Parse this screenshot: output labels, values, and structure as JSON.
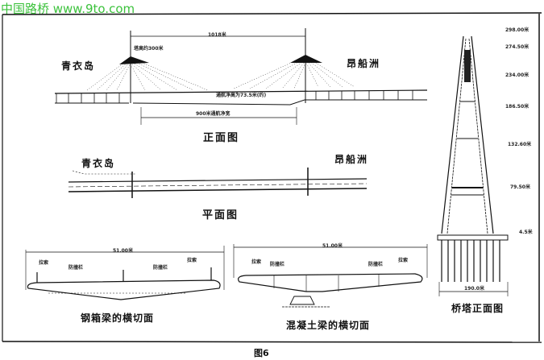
{
  "watermark": "中国路桥 www.9to.com",
  "figure_caption": "图6",
  "elevation": {
    "title": "正面图",
    "left_place": "青衣岛",
    "right_place": "昂船洲",
    "main_span": "1018米",
    "tower_height": "塔高约300米",
    "clearance_height": "通航净高为73.5米(约)",
    "clearance_width": "900米通航净宽"
  },
  "plan": {
    "title": "平面图",
    "left_place": "青衣岛",
    "right_place": "昂船洲"
  },
  "tower": {
    "title": "桥塔正面图",
    "levels": [
      "298.00米",
      "274.50米",
      "234.00米",
      "186.50米",
      "132.60米",
      "79.50米",
      "4.5米"
    ],
    "base_width": "190.0米"
  },
  "steel_section": {
    "title": "钢箱梁的横切面",
    "width": "51.00米",
    "labels": [
      "拉索",
      "防撞栏",
      "防撞栏",
      "拉索"
    ]
  },
  "concrete_section": {
    "title": "混凝土梁的横切面",
    "width": "51.00米",
    "labels": [
      "拉索",
      "防撞栏",
      "防撞栏",
      "拉索"
    ]
  }
}
